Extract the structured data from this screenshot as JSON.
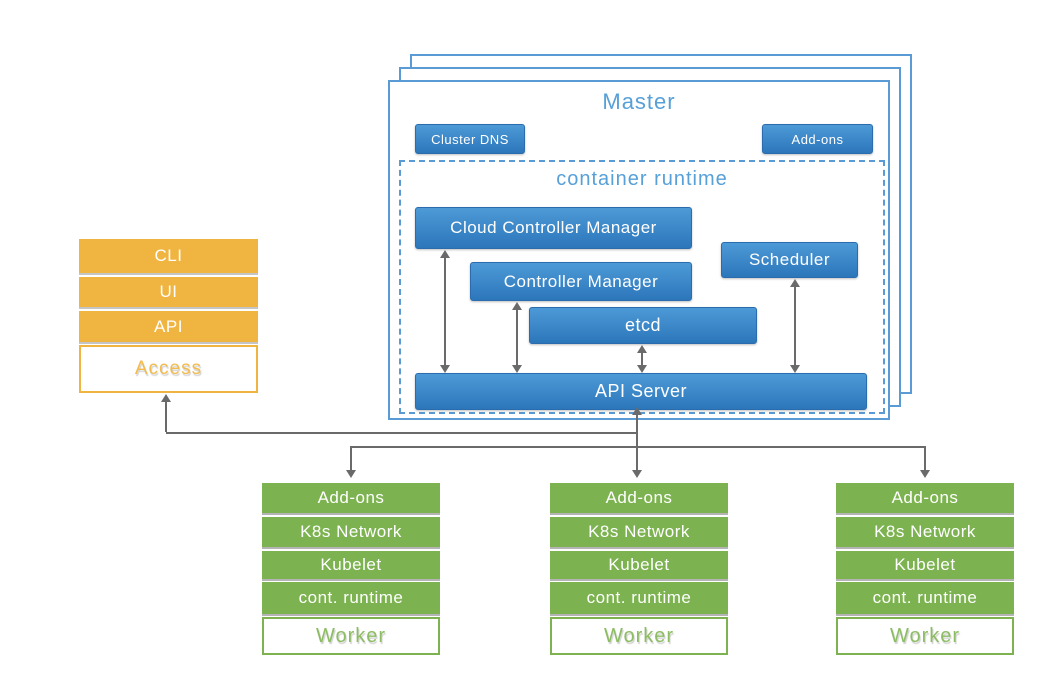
{
  "colors": {
    "blue_top": "#4d9ad7",
    "blue_bottom": "#2c76ba",
    "blue_border": "#2a6cae",
    "master_outline": "#5b9bd5",
    "title_blue": "#57a0d8",
    "orange": "#f0b441",
    "orange_text": "#f2bb4e",
    "green": "#7cb350",
    "green_text": "#8cbd63",
    "line_gray": "#6a6a6a"
  },
  "master": {
    "title": "Master",
    "buttons": {
      "cluster_dns": "Cluster DNS",
      "addons": "Add-ons"
    },
    "runtime": {
      "title": "container runtime",
      "cloud_controller_manager": "Cloud Controller Manager",
      "controller_manager": "Controller Manager",
      "scheduler": "Scheduler",
      "etcd": "etcd",
      "api_server": "API Server"
    }
  },
  "access_stack": {
    "rows": [
      "CLI",
      "UI",
      "API"
    ],
    "base": "Access"
  },
  "workers": [
    {
      "rows": [
        "Add-ons",
        "K8s Network",
        "Kubelet",
        "cont. runtime"
      ],
      "base": "Worker"
    },
    {
      "rows": [
        "Add-ons",
        "K8s Network",
        "Kubelet",
        "cont. runtime"
      ],
      "base": "Worker"
    },
    {
      "rows": [
        "Add-ons",
        "K8s Network",
        "Kubelet",
        "cont. runtime"
      ],
      "base": "Worker"
    }
  ]
}
